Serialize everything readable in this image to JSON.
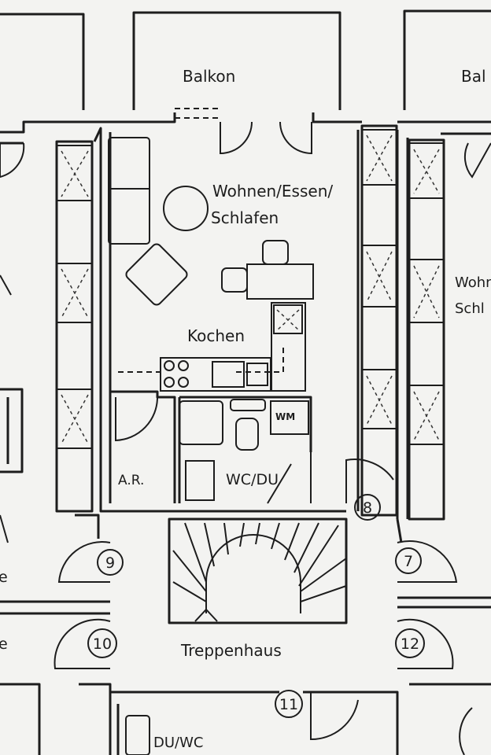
{
  "rooms": {
    "balcony_center": "Balkon",
    "balcony_right_cut": "Bal",
    "living_line1": "Wohnen/Essen/",
    "living_line2": "Schlafen",
    "neighbor_right_line1": "Wohn",
    "neighbor_right_line2": "Schl",
    "kitchen": "Kochen",
    "storage": "A.R.",
    "bathroom": "WC/DU",
    "washing_machine": "WM",
    "stairwell": "Treppenhaus",
    "lower_bathroom": "DU/WC",
    "left_cut_1": "e",
    "left_cut_2": "e"
  },
  "door_numbers": {
    "n7": "7",
    "n8": "8",
    "n9": "9",
    "n10": "10",
    "n11": "11",
    "n12": "12"
  }
}
